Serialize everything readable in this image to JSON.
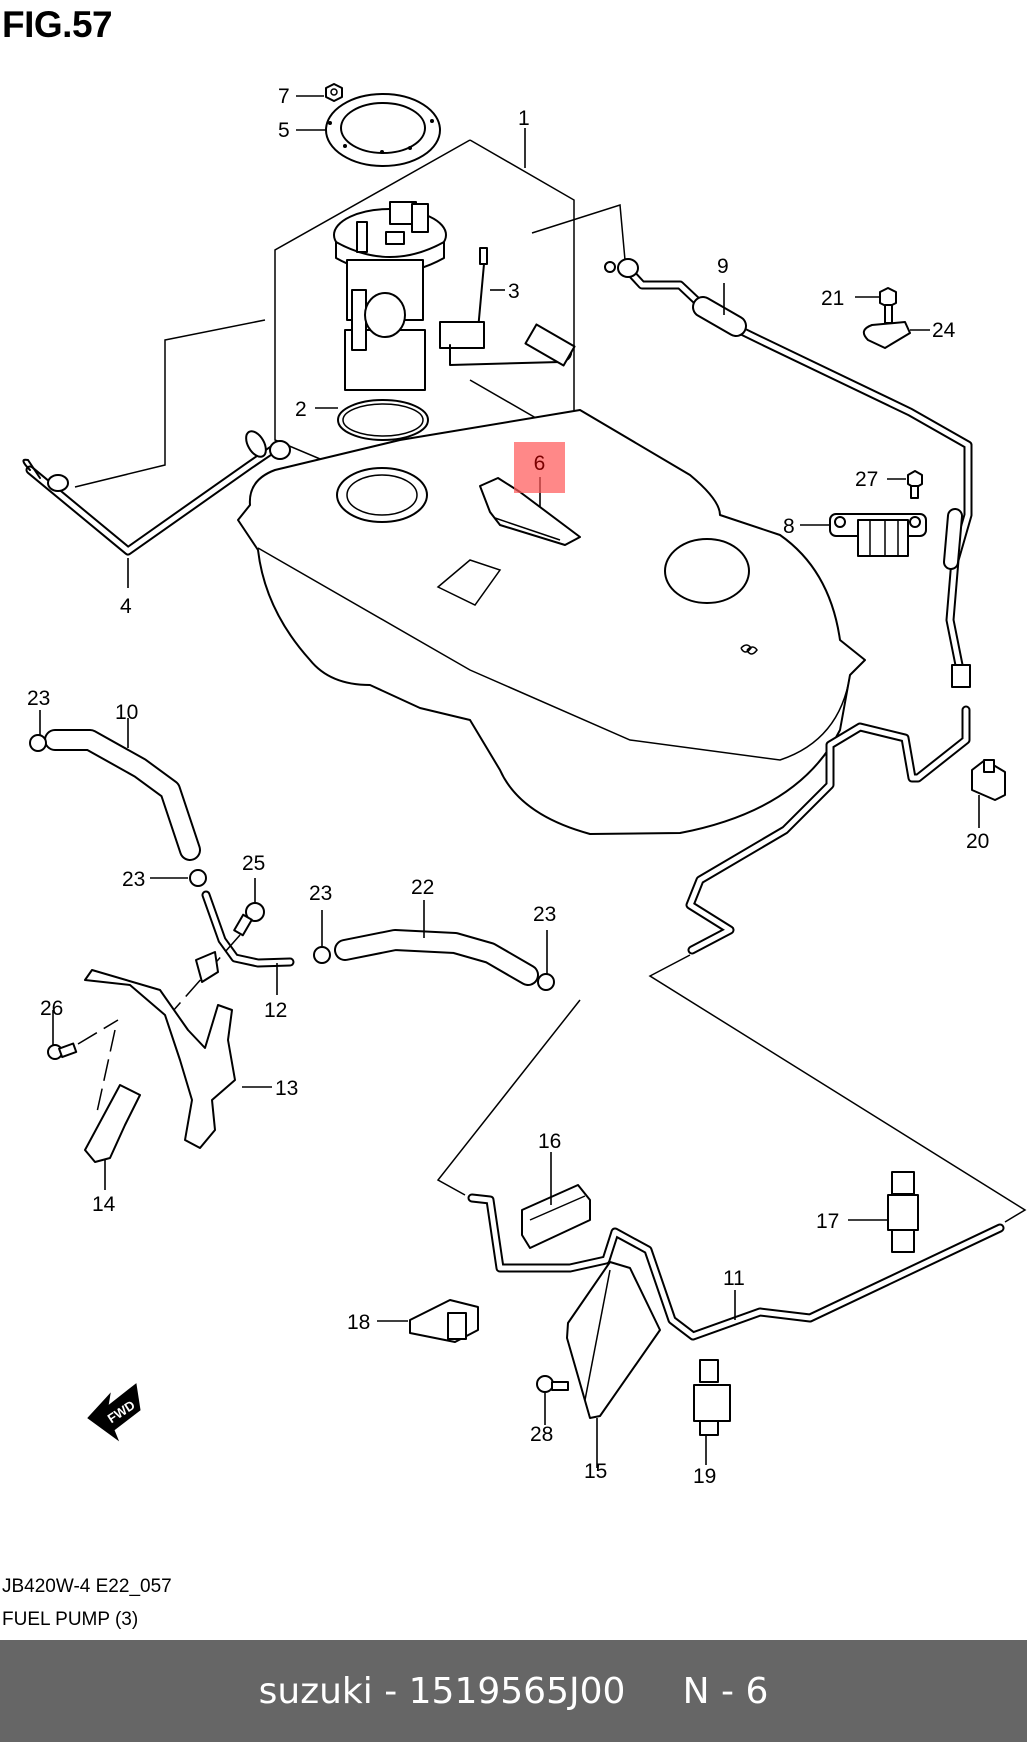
{
  "figure": {
    "title": "FIG.57",
    "code": "JB420W-4 E22_057",
    "name": "FUEL PUMP (3)"
  },
  "highlight": {
    "part_number": "6",
    "color": "#ff5a5a"
  },
  "callouts": [
    {
      "id": "1",
      "label": "1"
    },
    {
      "id": "2",
      "label": "2"
    },
    {
      "id": "3",
      "label": "3"
    },
    {
      "id": "4",
      "label": "4"
    },
    {
      "id": "5",
      "label": "5"
    },
    {
      "id": "7",
      "label": "7"
    },
    {
      "id": "8",
      "label": "8"
    },
    {
      "id": "9",
      "label": "9"
    },
    {
      "id": "10",
      "label": "10"
    },
    {
      "id": "11",
      "label": "11"
    },
    {
      "id": "12",
      "label": "12"
    },
    {
      "id": "13",
      "label": "13"
    },
    {
      "id": "14",
      "label": "14"
    },
    {
      "id": "15",
      "label": "15"
    },
    {
      "id": "16",
      "label": "16"
    },
    {
      "id": "17",
      "label": "17"
    },
    {
      "id": "18",
      "label": "18"
    },
    {
      "id": "19",
      "label": "19"
    },
    {
      "id": "20",
      "label": "20"
    },
    {
      "id": "21",
      "label": "21"
    },
    {
      "id": "22",
      "label": "22"
    },
    {
      "id": "23a",
      "label": "23"
    },
    {
      "id": "23b",
      "label": "23"
    },
    {
      "id": "23c",
      "label": "23"
    },
    {
      "id": "23d",
      "label": "23"
    },
    {
      "id": "24",
      "label": "24"
    },
    {
      "id": "25",
      "label": "25"
    },
    {
      "id": "26",
      "label": "26"
    },
    {
      "id": "27",
      "label": "27"
    },
    {
      "id": "28",
      "label": "28"
    }
  ],
  "fwd_arrow": {
    "label": "FWD",
    "icon": "forward-direction-arrow-icon"
  },
  "footer": {
    "brand": "suzuki",
    "separator": " - ",
    "part_number": "1519565J00",
    "ref_prefix": "N",
    "ref_separator": " - ",
    "ref_number": "6"
  }
}
